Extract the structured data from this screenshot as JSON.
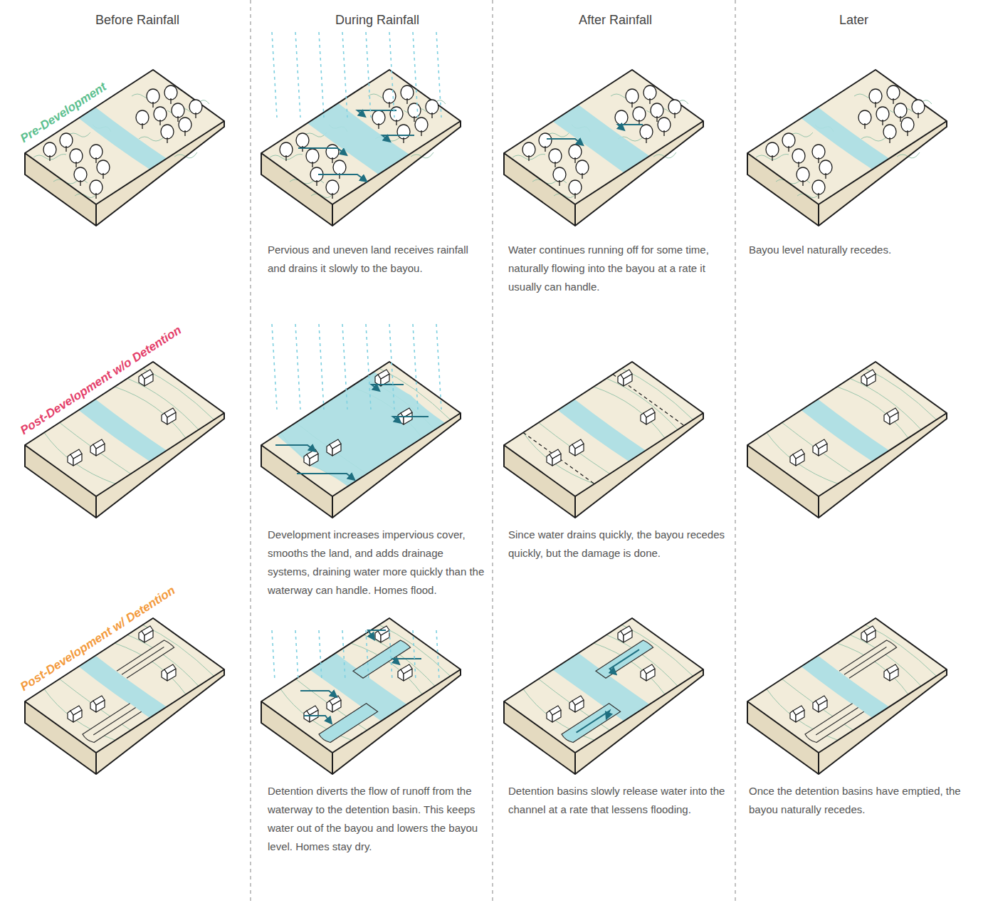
{
  "diagram": {
    "labels": [
      "Before Rainfall",
      "During Rainfall",
      "After Rainfall",
      "Later",
      "Pre-Development",
      "Pervious and uneven land receives rainfall and drains it slowly to the bayou.",
      "Water continues running off for some time, naturally flowing into the bayou at a rate it usually can handle.",
      "Bayou level naturally recedes.",
      "Post-Development w/o Detention",
      "Development increases impervious cover, smooths the land, and adds drainage systems, draining water more quickly than the waterway can handle. Homes flood.",
      "Since water drains quickly, the bayou recedes quickly, but the damage is done.",
      "Post-Development w/ Detention",
      "Detention diverts the flow of runoff from the waterway to the detention basin. This keeps water out of the bayou and lowers the bayou level. Homes stay dry.",
      "Detention basins slowly release water into the channel at a rate that lessens flooding.",
      "Once the detention basins have emptied, the bayou naturally recedes."
    ]
  }
}
